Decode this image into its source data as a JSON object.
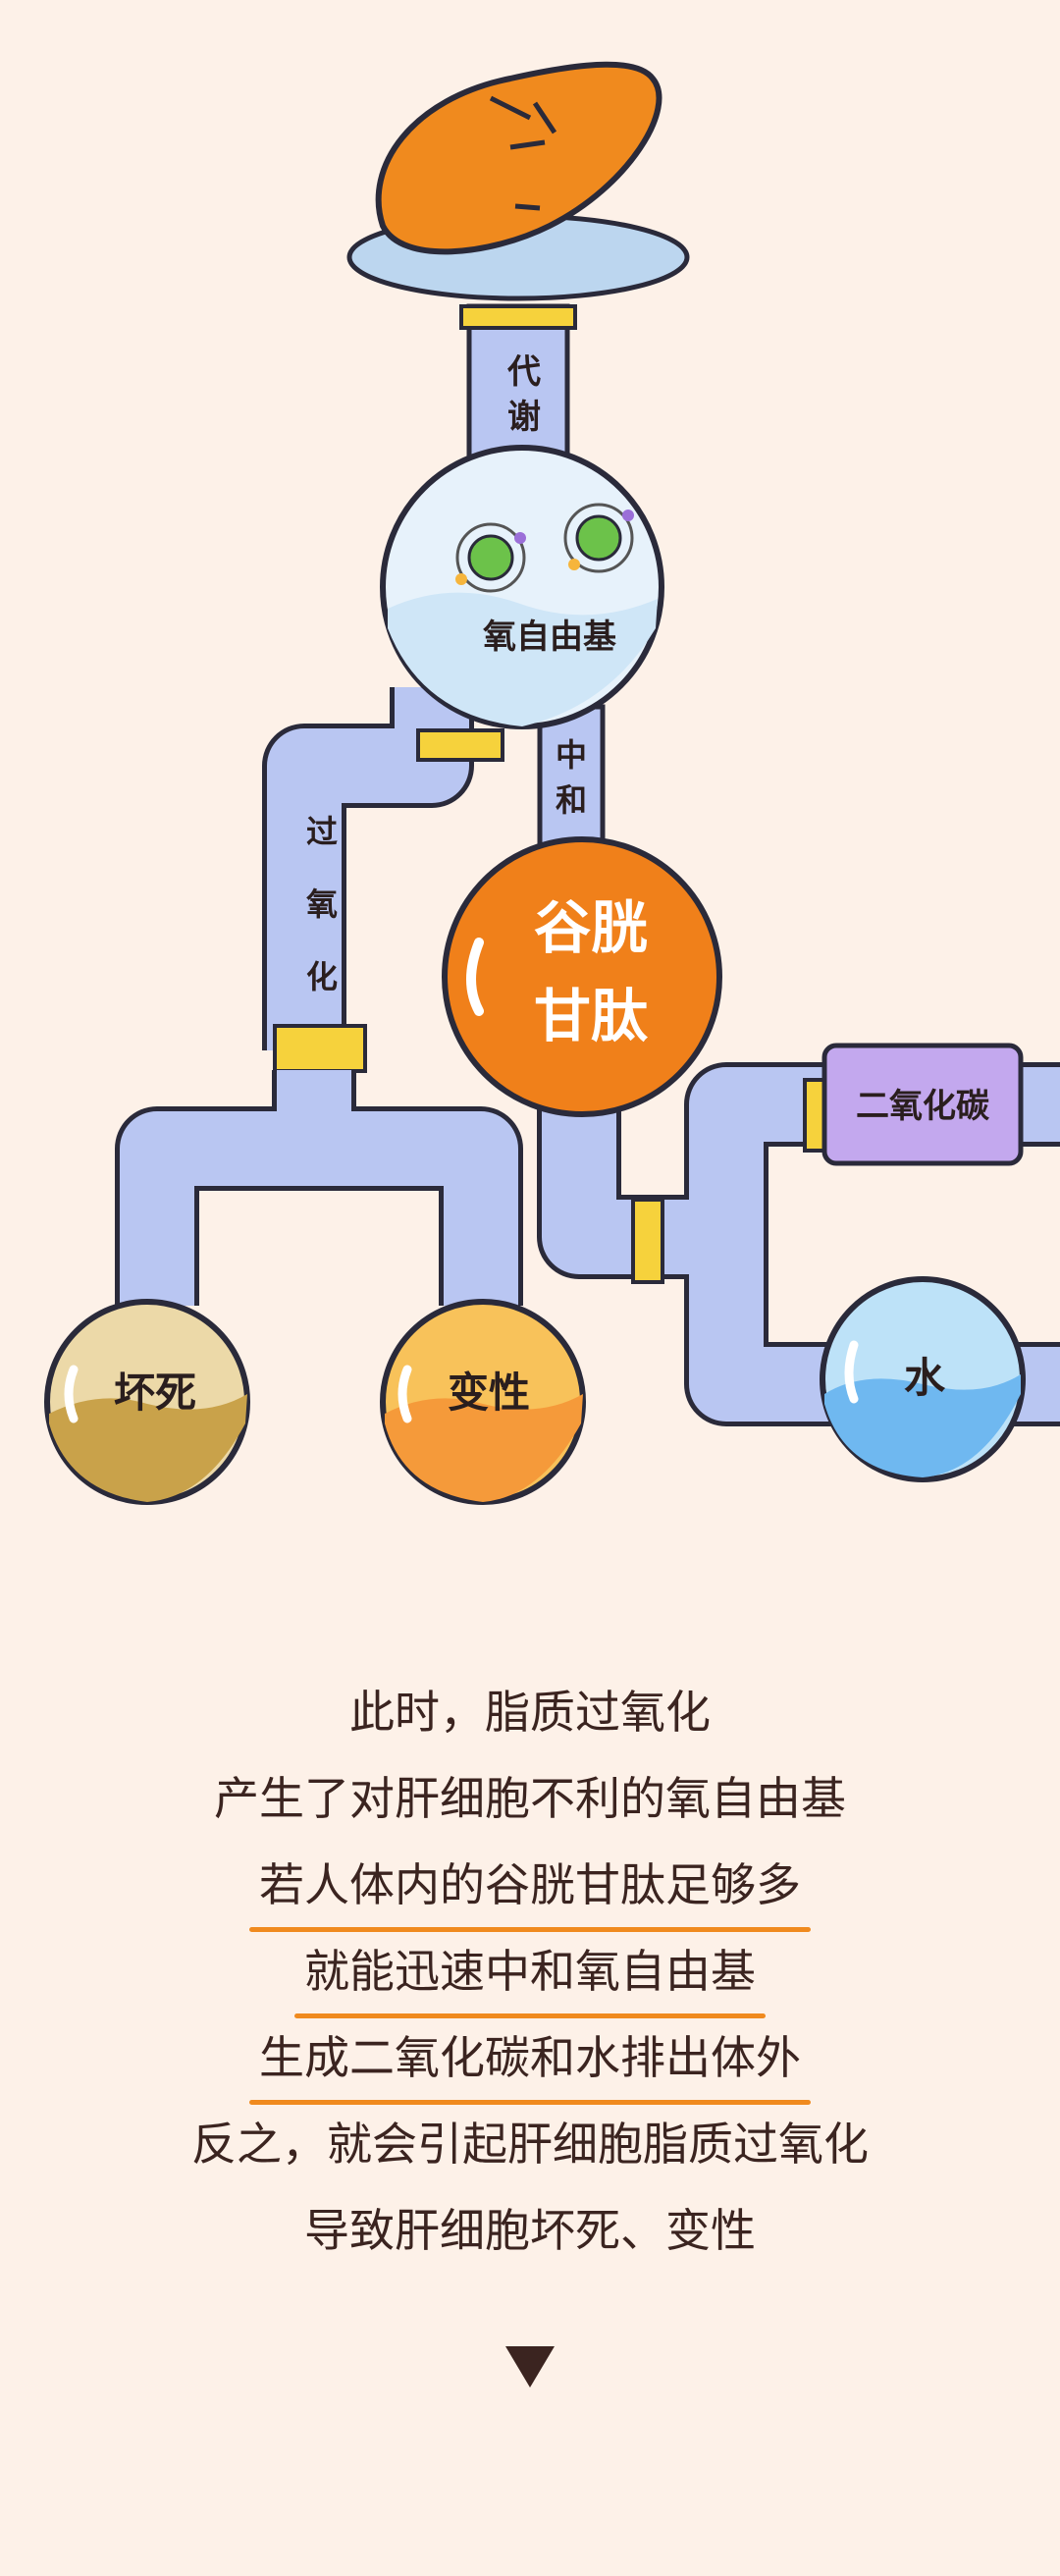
{
  "diagram": {
    "labels": {
      "metabolism": [
        "代",
        "谢"
      ],
      "free_radical": "氧自由基",
      "neutralize": [
        "中",
        "和"
      ],
      "peroxidation": [
        "过",
        "氧",
        "化"
      ],
      "glutathione": [
        "谷胱",
        "甘肽"
      ],
      "co2": "二氧化碳",
      "water": "水",
      "necrosis": "坏死",
      "degeneration": "变性"
    },
    "colors": {
      "pipe": "#b9c6f2",
      "pipe_outline": "#2a2a3a",
      "joint": "#f6d23c",
      "glutathione": "#f0801a",
      "water": "#6fb8f0",
      "co2_tank": "#c3a8ee",
      "necrosis": "#c9a24a",
      "degeneration": "#f59a3a",
      "sweet_potato": "#f08a1e"
    }
  },
  "text": {
    "lines": [
      "此时，脂质过氧化",
      "产生了对肝细胞不利的氧自由基",
      "若人体内的谷胱甘肽足够多",
      "就能迅速中和氧自由基",
      "生成二氧化碳和水排出体外",
      "反之，就会引起肝细胞脂质过氧化",
      "导致肝细胞坏死、变性"
    ]
  },
  "icons": {
    "down_arrow": "down-triangle-icon"
  }
}
